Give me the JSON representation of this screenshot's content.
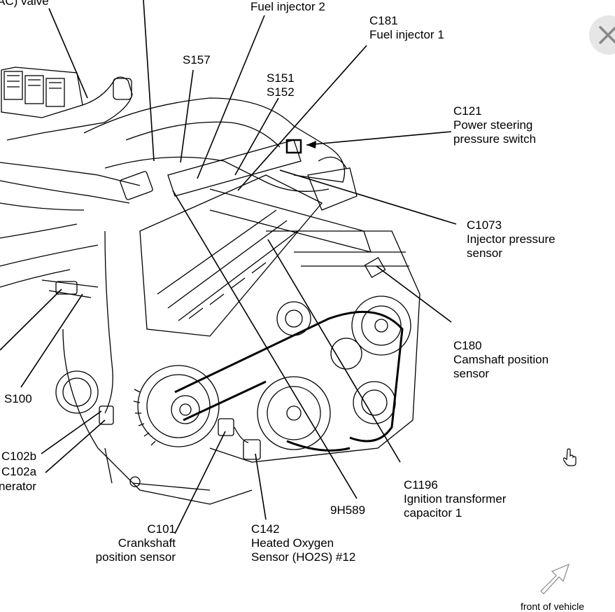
{
  "labels": {
    "valve_partial": "AC) valve",
    "fuel_injector_2": "Fuel injector 2",
    "c181": {
      "code": "C181",
      "desc": "Fuel injector 1"
    },
    "s157": "S157",
    "s151": "S151",
    "s152": "S152",
    "c121": {
      "code": "C121",
      "desc1": "Power steering",
      "desc2": "pressure switch"
    },
    "c1073": {
      "code": "C1073",
      "desc1": "Injector pressure",
      "desc2": "sensor"
    },
    "c180": {
      "code": "C180",
      "desc1": "Camshaft position",
      "desc2": "sensor"
    },
    "s100": "S100",
    "c102b": "C102b",
    "c102a": "C102a",
    "generator_partial": "nerator",
    "c101": {
      "code": "C101",
      "desc1": "Crankshaft",
      "desc2": "position sensor"
    },
    "c142": {
      "code": "C142",
      "desc1": "Heated Oxygen",
      "desc2": "Sensor (HO2S) #12"
    },
    "h9589": "9H589",
    "c1196": {
      "code": "C1196",
      "desc1": "Ignition transformer",
      "desc2": "capacitor 1"
    },
    "front_of_vehicle": "front of vehicle"
  },
  "icons": {
    "close": "close-icon",
    "cursor": "hand-pointer-icon",
    "front_arrow": "arrow-icon"
  }
}
